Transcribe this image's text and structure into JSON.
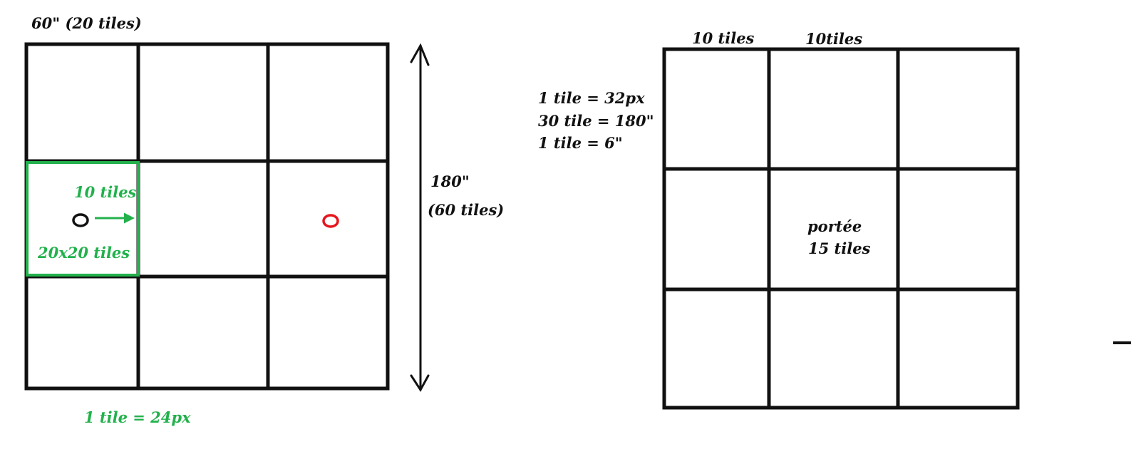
{
  "colors": {
    "ink": "#111111",
    "accent_green": "#22b14c",
    "marker_red": "#e8141c",
    "marker_black": "#111111"
  },
  "left_diagram": {
    "top_label": "60\"  (20 tiles)",
    "arrow_label_measure": "180\"",
    "arrow_label_tiles": "(60 tiles)",
    "green_cell_arrow_label": "10 tiles",
    "green_cell_size_label": "20x20 tiles",
    "bottom_label": "1 tile = 24px",
    "grid": {
      "rows": 3,
      "cols": 3
    }
  },
  "right_diagram": {
    "top_label_1": "10 tiles",
    "top_label_2": "10tiles",
    "scale_notes": [
      "1 tile = 32px",
      "30 tile = 180\"",
      "1 tile = 6\""
    ],
    "center_label_line1": "portée",
    "center_label_line2": "15 tiles",
    "grid": {
      "rows": 3,
      "cols": 3
    }
  }
}
